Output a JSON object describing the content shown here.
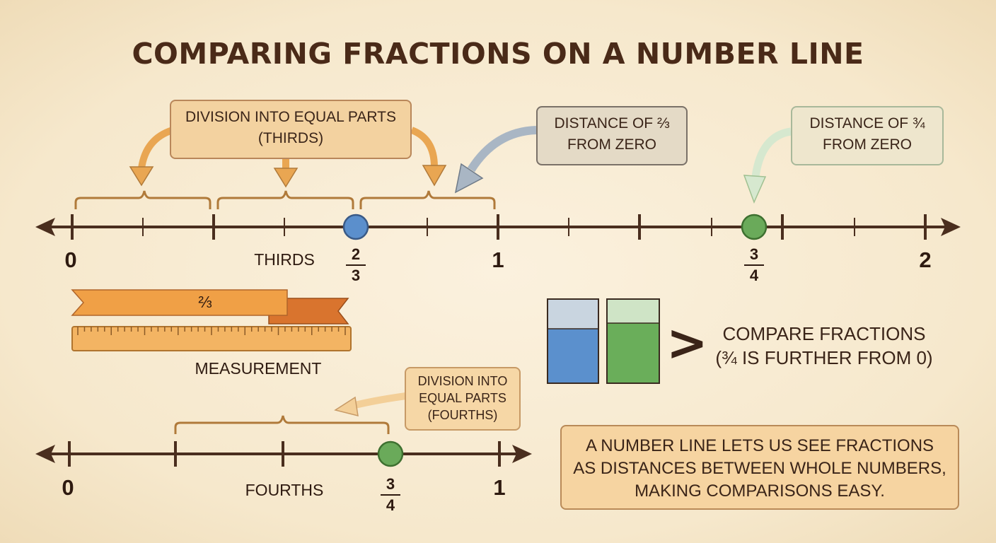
{
  "title": "COMPARING FRACTIONS ON A NUMBER LINE",
  "callouts": {
    "thirds_line1": "DIVISION INTO EQUAL PARTS",
    "thirds_line2": "(THIRDS)",
    "dist23_line1": "DISTANCE OF ⅔",
    "dist23_line2": "FROM ZERO",
    "dist34_line1": "DISTANCE OF ¾",
    "dist34_line2": "FROM ZERO",
    "fourths_line1": "DIVISION INTO",
    "fourths_line2": "EQUAL PARTS",
    "fourths_line3": "(FOURTHS)"
  },
  "top_line": {
    "label_0": "0",
    "label_1": "1",
    "label_2": "2",
    "caption": "THIRDS",
    "frac_a_num": "2",
    "frac_a_den": "3",
    "frac_b_num": "3",
    "frac_b_den": "4"
  },
  "ribbon": {
    "label": "⅔",
    "caption": "MEASUREMENT"
  },
  "bottom_line": {
    "label_0": "0",
    "label_1": "1",
    "caption": "FOURTHS",
    "frac_num": "3",
    "frac_den": "4"
  },
  "compare": {
    "symbol": ">",
    "line1": "COMPARE FRACTIONS",
    "line2": "(¾ IS FURTHER FROM 0)"
  },
  "summary": {
    "line1": "A NUMBER LINE LETS US SEE FRACTIONS",
    "line2": "AS DISTANCES BETWEEN WHOLE NUMBERS,",
    "line3": "MAKING COMPARISONS EASY."
  },
  "colors": {
    "line": "#4a2e1e",
    "blue_dot": "#5b8fcc",
    "green_dot": "#6aaa5a",
    "orange": "#f0a046",
    "bracket": "#b07a3a"
  }
}
